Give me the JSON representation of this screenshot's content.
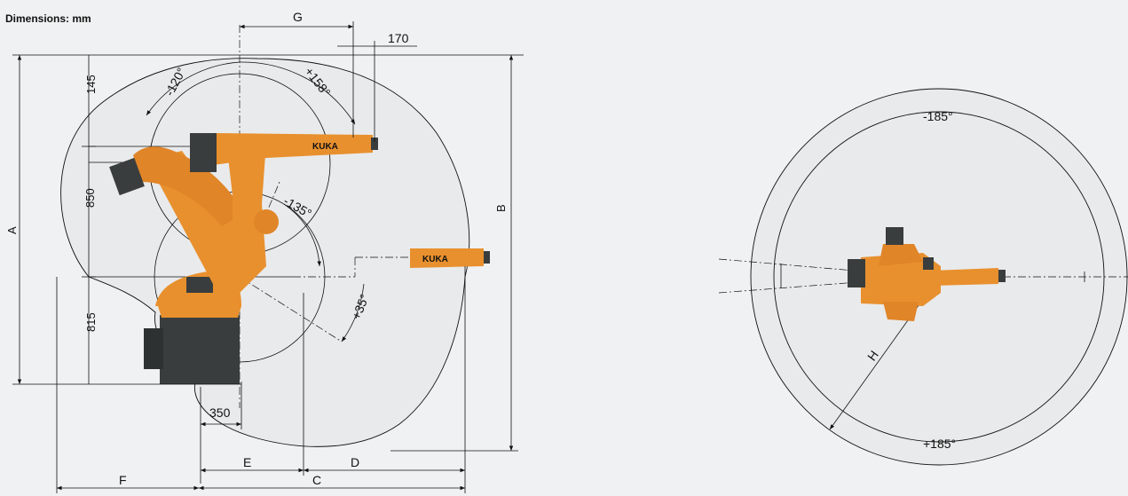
{
  "title": "Dimensions: mm",
  "side_view": {
    "dims": {
      "A": "A",
      "B": "B",
      "C": "C",
      "D": "D",
      "E": "E",
      "F": "F",
      "G": "G",
      "d145": "145",
      "d850": "850",
      "d815": "815",
      "d350": "350",
      "d170": "170"
    },
    "angles": {
      "a1": "-120°",
      "a2": "+158°",
      "a3": "-135°",
      "a4": "+35°"
    },
    "logo_text": "KUKA"
  },
  "top_view": {
    "dims": {
      "H": "H"
    },
    "angles": {
      "top": "-185°",
      "bottom": "+185°"
    }
  },
  "colors": {
    "robot_orange": "#e8902e",
    "dark": "#3a3d3d",
    "envelope": "#e9eaeb",
    "background": "#f0f1f2"
  }
}
